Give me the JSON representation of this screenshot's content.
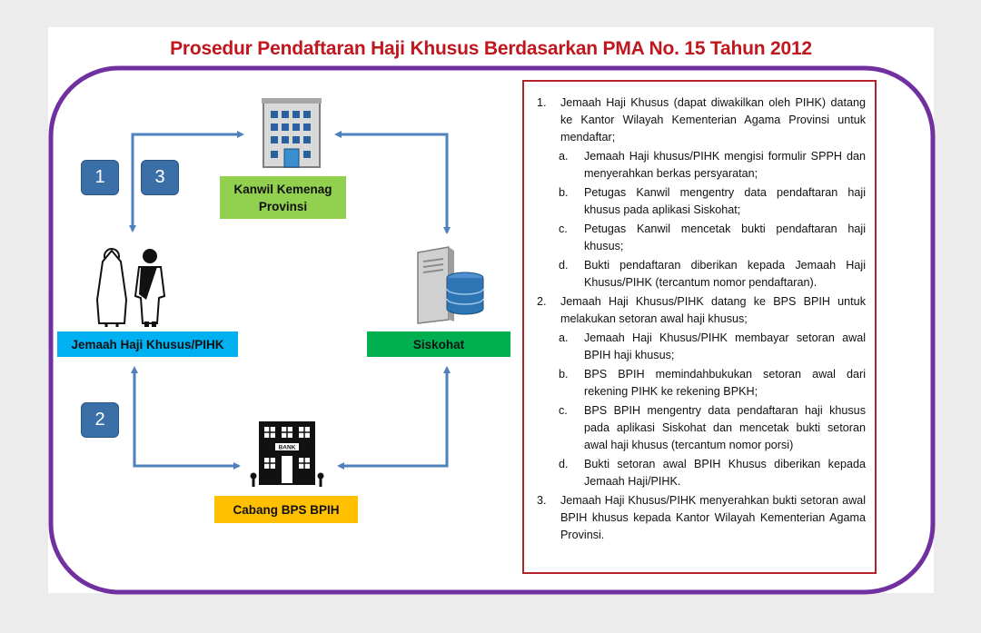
{
  "title": "Prosedur Pendaftaran Haji Khusus Berdasarkan PMA No. 15 Tahun 2012",
  "nodes": {
    "kanwil": "Kanwil Kemenag\nProvinsi",
    "jemaah": "Jemaah Haji Khusus/PIHK",
    "siskohat": "Siskohat",
    "bps": "Cabang BPS BPIH"
  },
  "step_badges": [
    "1",
    "3",
    "2"
  ],
  "bank_sign": "BANK",
  "colors": {
    "title": "#c0161d",
    "frame": "#7030a0",
    "arrow": "#4f81bd",
    "badge": "#3a6fa8"
  },
  "steps": [
    {
      "number": "1.",
      "text": "Jemaah Haji Khusus (dapat diwakilkan oleh PIHK) datang ke Kantor Wilayah Kementerian Agama Provinsi untuk mendaftar;",
      "items": [
        {
          "letter": "a.",
          "text": "Jemaah Haji khusus/PIHK mengisi formulir SPPH dan menyerahkan berkas persyaratan;"
        },
        {
          "letter": "b.",
          "text": "Petugas Kanwil mengentry data pendaftaran haji khusus pada aplikasi Siskohat;"
        },
        {
          "letter": "c.",
          "text": "Petugas Kanwil mencetak bukti pendaftaran haji khusus;"
        },
        {
          "letter": "d.",
          "text": "Bukti pendaftaran diberikan kepada Jemaah Haji Khusus/PIHK (tercantum nomor pendaftaran)."
        }
      ]
    },
    {
      "number": "2.",
      "text": "Jemaah Haji Khusus/PIHK datang ke BPS BPIH untuk melakukan setoran awal haji khusus;",
      "items": [
        {
          "letter": "a.",
          "text": "Jemaah Haji Khusus/PIHK membayar setoran awal BPIH haji khusus;"
        },
        {
          "letter": "b.",
          "text": "BPS BPIH memindahbukukan setoran awal dari rekening PIHK ke rekening BPKH;"
        },
        {
          "letter": "c.",
          "text": "BPS BPIH mengentry data pendaftaran haji khusus pada aplikasi Siskohat dan mencetak bukti setoran awal haji khusus (tercantum nomor porsi)"
        },
        {
          "letter": "d.",
          "text": "Bukti setoran awal BPIH Khusus diberikan kepada Jemaah Haji/PIHK."
        }
      ]
    },
    {
      "number": "3.",
      "text": "Jemaah Haji Khusus/PIHK menyerahkan bukti setoran awal BPIH khusus kepada Kantor Wilayah Kementerian Agama Provinsi.",
      "items": []
    }
  ]
}
